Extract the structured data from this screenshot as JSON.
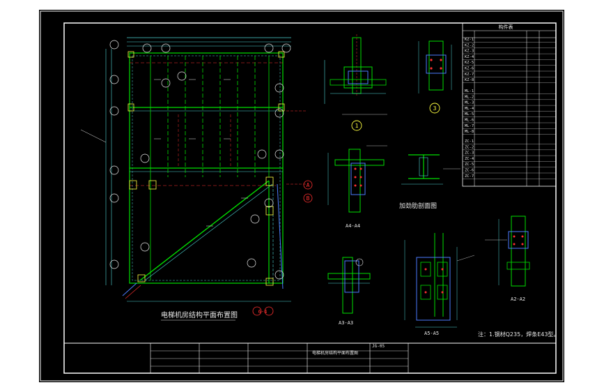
{
  "drawing": {
    "main_plan_title": "电梯机房结构平面布置图",
    "section_titles": [
      "A4-A4",
      "A3-A3",
      "A5-A5",
      "A2-A2"
    ],
    "stiffener_title": "加劲肋剖面图",
    "section_marks": [
      "1",
      "3"
    ],
    "axis_marks": [
      "A",
      "B"
    ],
    "axis_range": "6-4",
    "note": "注：1.钢材Q235，焊条E43型。",
    "table_header": "构件表",
    "table_rows_group1": [
      "KZ-1",
      "KZ-2",
      "KZ-3",
      "KZ-4",
      "KZ-5",
      "KZ-6",
      "KZ-7",
      "KZ-8"
    ],
    "table_rows_group2": [
      "ML-1",
      "ML-2",
      "ML-3",
      "ML-4",
      "ML-5",
      "ML-6",
      "ML-7",
      "ML-8"
    ],
    "table_rows_group3": [
      "ZC-1",
      "ZC-2",
      "ZC-3",
      "ZC-4",
      "ZC-5",
      "ZC-6",
      "ZC-7"
    ],
    "title_block_name": "电梯机房结构平面布置图",
    "title_block_id": "JG-05"
  },
  "colors": {
    "background": "#000000",
    "frame": "#ffffff",
    "structure": "#00e000",
    "dimension": "#4fd8d8",
    "hidden": "#ff3030",
    "detail": "#ffff40",
    "accent": "#4d7dff"
  }
}
